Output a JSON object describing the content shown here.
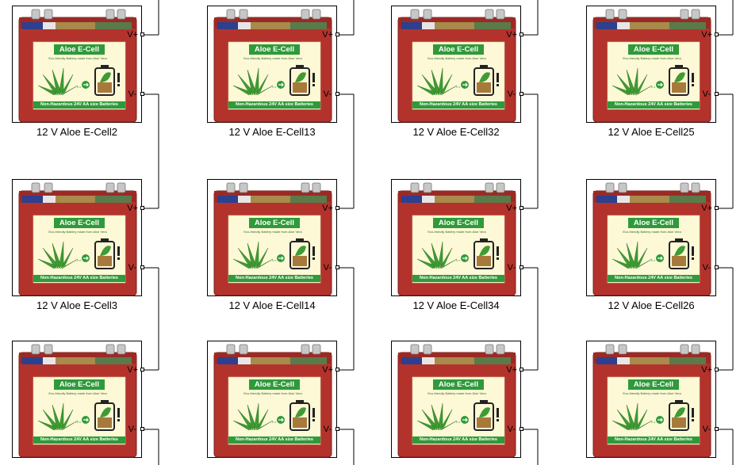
{
  "ports": {
    "positive": "V+",
    "negative": "V-"
  },
  "battery": {
    "brand": "Aloe E-Cell",
    "tagline": "Eco-friendly Battery made from Aloe Vera",
    "footer": "Non-Hazardous 24V AA size Batteries"
  },
  "blocks": [
    {
      "label": "12 V Aloe E-Cell2"
    },
    {
      "label": "12 V Aloe E-Cell13"
    },
    {
      "label": "12 V Aloe E-Cell32"
    },
    {
      "label": "12 V Aloe E-Cell25"
    },
    {
      "label": "12 V Aloe E-Cell3"
    },
    {
      "label": "12 V Aloe E-Cell14"
    },
    {
      "label": "12 V Aloe E-Cell34"
    },
    {
      "label": "12 V Aloe E-Cell26"
    },
    {
      "label": ""
    },
    {
      "label": ""
    },
    {
      "label": ""
    },
    {
      "label": ""
    }
  ],
  "colors": {
    "casing": "#b3332c",
    "label_bg": "#fdf8d6",
    "brand_green": "#2f9a3a"
  }
}
